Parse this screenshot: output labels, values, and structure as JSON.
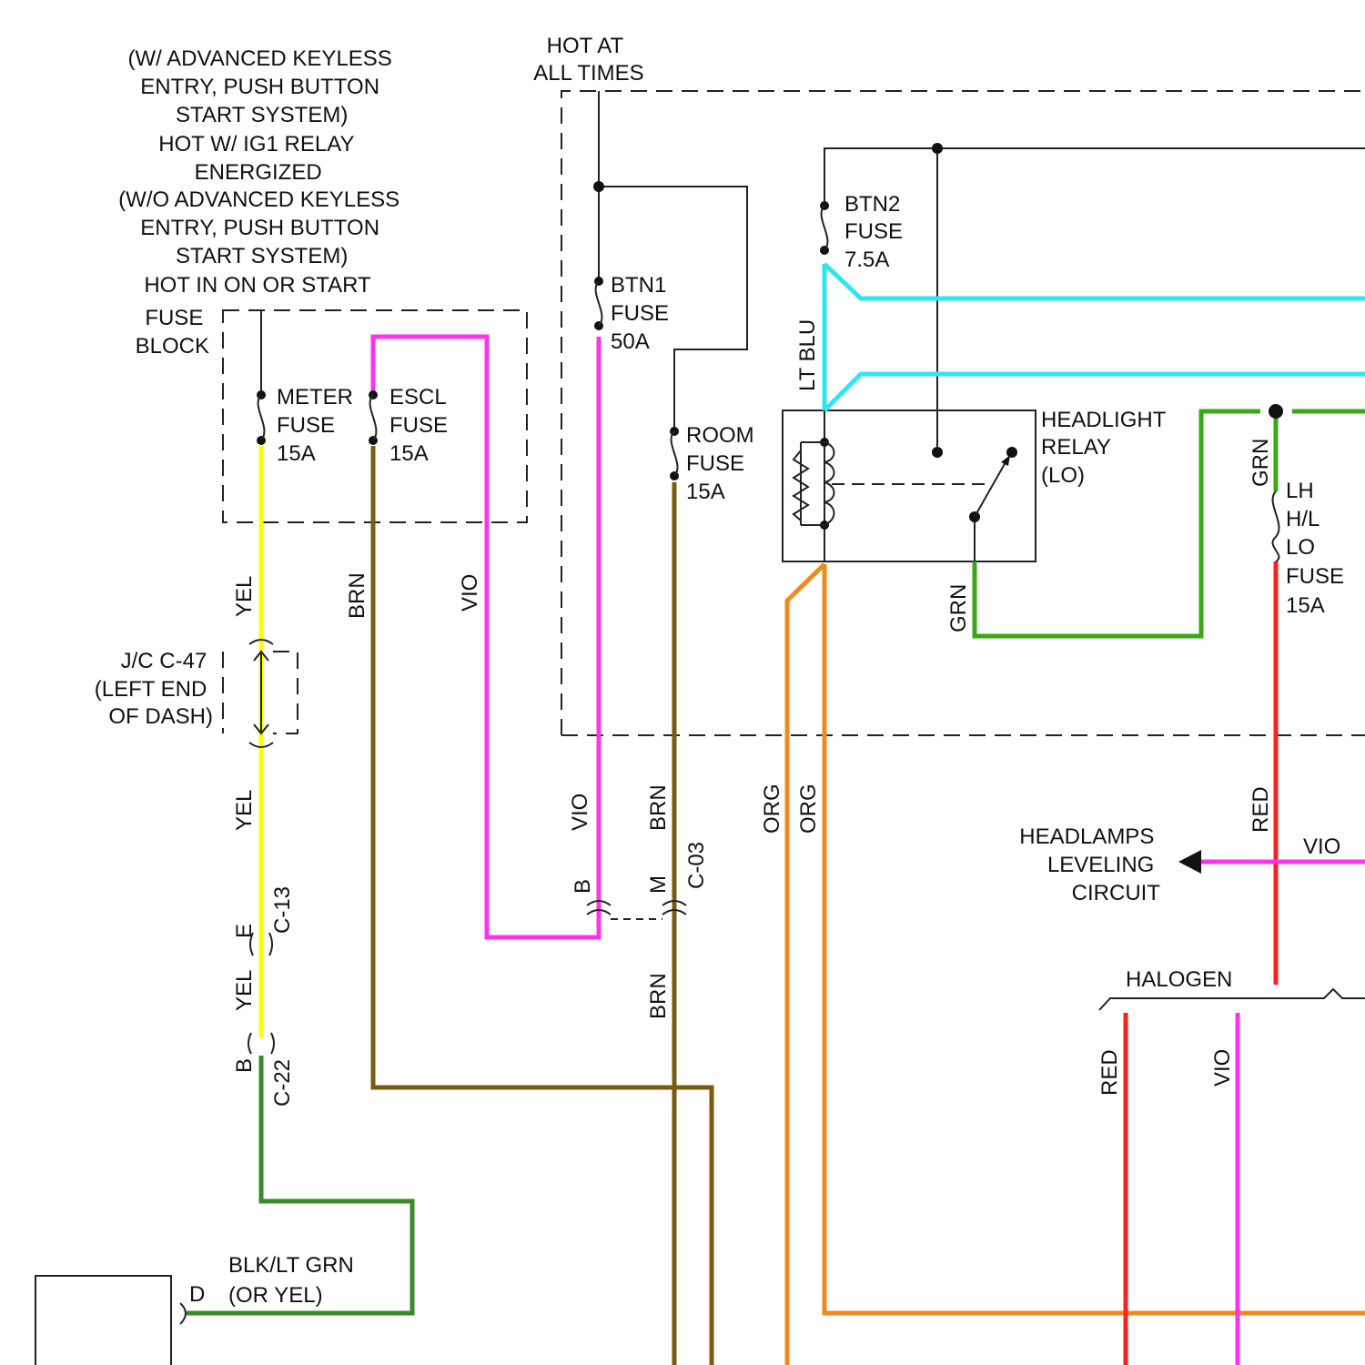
{
  "colors": {
    "yel": "#ffff00",
    "brn": "#7a5c10",
    "vio": "#ff33ee",
    "ltblu": "#2fe6f0",
    "grn": "#3aa816",
    "org": "#f08a1c",
    "red": "#ff2020",
    "black": "#111111",
    "blkltgrn": "#3a8a2a"
  },
  "header": {
    "power_note_lines": [
      "(W/ ADVANCED KEYLESS",
      "ENTRY, PUSH BUTTON",
      "START SYSTEM)",
      "HOT W/ IG1 RELAY",
      "ENERGIZED",
      "(W/O ADVANCED KEYLESS",
      "ENTRY, PUSH BUTTON",
      "START SYSTEM)",
      "HOT IN ON OR START"
    ],
    "hot_at_all_times": [
      "HOT AT",
      "ALL TIMES"
    ]
  },
  "fuse_block": {
    "label": [
      "FUSE",
      "BLOCK"
    ]
  },
  "fuses": {
    "meter": [
      "METER",
      "FUSE",
      "15A"
    ],
    "escl": [
      "ESCL",
      "FUSE",
      "15A"
    ],
    "btn1": [
      "BTN1",
      "FUSE",
      "50A"
    ],
    "room": [
      "ROOM",
      "FUSE",
      "15A"
    ],
    "btn2": [
      "BTN2",
      "FUSE",
      "7.5A"
    ],
    "lh_hl_lo": [
      "LH",
      "H/L",
      "LO",
      "FUSE",
      "15A"
    ]
  },
  "relay": {
    "label": [
      "HEADLIGHT",
      "RELAY",
      "(LO)"
    ]
  },
  "junction": {
    "label": [
      "J/C C-47",
      "(LEFT END",
      "OF DASH)"
    ]
  },
  "connectors": {
    "c13": "C-13",
    "c13_pin": "E",
    "c22": "C-22",
    "c22_pin": "B",
    "c03": "C-03",
    "c03_pin_b": "B",
    "c03_pin_m": "M",
    "pin_d": "D"
  },
  "wires": {
    "yel": "YEL",
    "brn": "BRN",
    "vio": "VIO",
    "lt_blu": "LT BLU",
    "grn": "GRN",
    "org": "ORG",
    "red": "RED",
    "blk_lt_grn": [
      "BLK/LT GRN",
      "(OR YEL)"
    ]
  },
  "leveling": [
    "HEADLAMPS",
    "LEVELING",
    "CIRCUIT"
  ],
  "halogen": "HALOGEN"
}
